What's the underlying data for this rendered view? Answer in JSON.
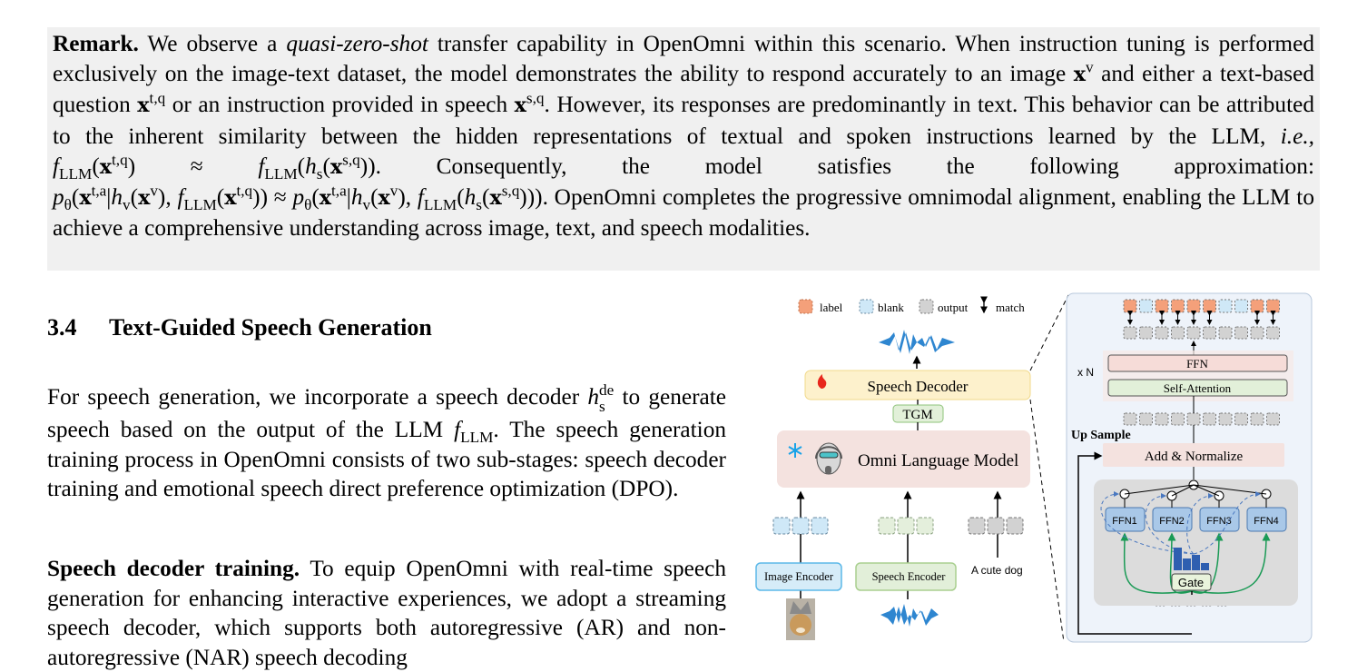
{
  "remark": [
    [
      "b",
      "Remark."
    ],
    [
      "t",
      "  We observe a "
    ],
    [
      "i",
      "quasi-zero-shot"
    ],
    [
      "t",
      " transfer capability in OpenOmni within this scenario.  When instruction tuning is performed exclusively on the image-text dataset, the model demonstrates the ability to respond accurately to an image "
    ],
    [
      "m",
      [
        {
          "b": "x",
          "bold": true,
          "sup": "v"
        }
      ]
    ],
    [
      "t",
      " and either a text-based question "
    ],
    [
      "m",
      [
        {
          "b": "x",
          "bold": true,
          "sup": "t,q"
        }
      ]
    ],
    [
      "t",
      " or an instruction provided in speech "
    ],
    [
      "m",
      [
        {
          "b": "x",
          "bold": true,
          "sup": "s,q"
        }
      ]
    ],
    [
      "t",
      ". However, its responses are predominantly in text. This behavior can be attributed to the inherent similarity between the hidden representations of textual and spoken instructions learned by the LLM, "
    ],
    [
      "i",
      "i.e.,"
    ],
    [
      "t",
      " "
    ],
    [
      "m",
      [
        {
          "b": "f",
          "it": true,
          "sub": "LLM"
        },
        {
          "b": "("
        },
        {
          "b": "x",
          "bold": true,
          "sup": "t,q"
        },
        {
          "b": ") ≈ "
        },
        {
          "b": "f",
          "it": true,
          "sub": "LLM"
        },
        {
          "b": "("
        },
        {
          "b": "h",
          "it": true,
          "sub": "s"
        },
        {
          "b": "("
        },
        {
          "b": "x",
          "bold": true,
          "sup": "s,q"
        },
        {
          "b": "))"
        }
      ]
    ],
    [
      "t",
      ". Consequently, the model satisfies the following approximation: "
    ],
    [
      "m",
      [
        {
          "b": "p",
          "it": true,
          "sub": "θ"
        },
        {
          "b": "("
        },
        {
          "b": "x",
          "bold": true,
          "sup": "t,a"
        },
        {
          "b": "|"
        },
        {
          "b": "h",
          "it": true,
          "sub": "v"
        },
        {
          "b": "("
        },
        {
          "b": "x",
          "bold": true,
          "sup": "v"
        },
        {
          "b": "), "
        },
        {
          "b": "f",
          "it": true,
          "sub": "LLM"
        },
        {
          "b": "("
        },
        {
          "b": "x",
          "bold": true,
          "sup": "t,q"
        },
        {
          "b": ")) ≈ "
        }
      ]
    ],
    [
      "m",
      [
        {
          "b": "p",
          "it": true,
          "sub": "θ"
        },
        {
          "b": "("
        },
        {
          "b": "x",
          "bold": true,
          "sup": "t,a"
        },
        {
          "b": "|"
        },
        {
          "b": "h",
          "it": true,
          "sub": "v"
        },
        {
          "b": "("
        },
        {
          "b": "x",
          "bold": true,
          "sup": "v"
        },
        {
          "b": "), "
        },
        {
          "b": "f",
          "it": true,
          "sub": "LLM"
        },
        {
          "b": "("
        },
        {
          "b": "h",
          "it": true,
          "sub": "s"
        },
        {
          "b": "("
        },
        {
          "b": "x",
          "bold": true,
          "sup": "s,q"
        },
        {
          "b": ")))"
        }
      ]
    ],
    [
      "t",
      ".  OpenOmni completes the progressive omnimodal alignment, enabling the LLM to achieve a comprehensive understanding across image, text, and speech modalities."
    ]
  ],
  "section": {
    "number": "3.4",
    "title": "Text-Guided Speech Generation"
  },
  "para1": [
    [
      "t",
      "For speech generation, we incorporate a speech decoder "
    ],
    [
      "m",
      [
        {
          "b": "h",
          "it": true,
          "sub": "s",
          "sup": "de"
        }
      ]
    ],
    [
      "t",
      " to generate speech based on the output of the LLM "
    ],
    [
      "m",
      [
        {
          "b": "f",
          "it": true,
          "sub": "LLM"
        }
      ]
    ],
    [
      "t",
      ".  The speech generation training process in OpenOmni consists of two sub-stages: speech decoder training and emotional speech direct preference optimization (DPO)."
    ]
  ],
  "para2": [
    [
      "b",
      "Speech decoder training."
    ],
    [
      "t",
      " To equip OpenOmni with real-time speech generation for enhancing interactive experiences, we adopt a streaming speech decoder, which supports both autoregressive (AR) and non-autoregressive (NAR) speech decoding"
    ]
  ],
  "figure": {
    "legend": {
      "label": "label",
      "blank": "blank",
      "output": "output",
      "match": "match"
    },
    "speech_decoder": "Speech Decoder",
    "tgm": "TGM",
    "omni_lm": "Omni Language Model",
    "image_encoder": "Image Encoder",
    "speech_encoder": "Speech Encoder",
    "text_input": "A cute dog",
    "repeat": "x N",
    "ffn": "FFN",
    "self_attention": "Self-Attention",
    "up_sample": "Up Sample",
    "add_norm": "Add & Normalize",
    "experts": [
      "FFN1",
      "FFN2",
      "FFN3",
      "FFN4"
    ],
    "gate": "Gate",
    "top_tokens": [
      "label",
      "blank",
      "label",
      "label",
      "label",
      "label",
      "blank",
      "blank",
      "label",
      "label"
    ],
    "colors": {
      "label": "#f4a07a",
      "blank": "#cfe8f7",
      "output": "#d2d2d2",
      "decoder": "#fdf1cc",
      "lm": "#f4e2df",
      "panel": "#eef3fa",
      "expert": "#a9c8e8",
      "gate_arrow": "#1a9a55"
    }
  }
}
